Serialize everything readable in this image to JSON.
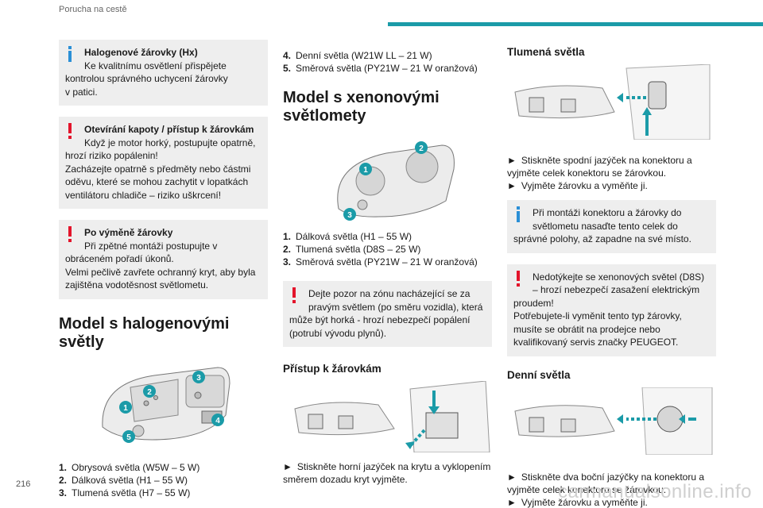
{
  "header": {
    "title": "Porucha na cestě"
  },
  "page_number": "216",
  "watermark": "carmanualsonline.info",
  "col1": {
    "note1": {
      "title": "Halogenové žárovky (Hx)",
      "line1": "Ke kvalitnímu osvětlení přispějete",
      "rest": "kontrolou správného uchycení žárovky v patici."
    },
    "note2": {
      "title": "Otevírání kapoty / přístup k žárovkám",
      "line1": "Když je motor horký, postupujte opatrně,",
      "rest": "hrozí riziko popálenin!\nZacházejte opatrně s předměty nebo částmi oděvu, které se mohou zachytit v lopatkách ventilátoru chladiče – riziko uškrcení!"
    },
    "note3": {
      "title": "Po výměně žárovky",
      "line1": "Při zpětné montáži postupujte v",
      "rest": "obráceném pořadí úkonů.\nVelmi pečlivě zavřete ochranný kryt, aby byla zajištěna vodotěsnost světlometu."
    },
    "heading": "Model s halogenovými světly",
    "badges": [
      "1",
      "2",
      "3",
      "4",
      "5"
    ],
    "items": [
      {
        "n": "1.",
        "text": "Obrysová světla (W5W – 5 W)"
      },
      {
        "n": "2.",
        "text": "Dálková světla (H1 – 55 W)"
      },
      {
        "n": "3.",
        "text": "Tlumená světla (H7 – 55 W)"
      }
    ]
  },
  "col2": {
    "items_top": [
      {
        "n": "4.",
        "text": "Denní světla (W21W LL – 21 W)"
      },
      {
        "n": "5.",
        "text": "Směrová světla (PY21W – 21 W oranžová)"
      }
    ],
    "heading": "Model s xenonovými světlomety",
    "badges": [
      "1",
      "2",
      "3"
    ],
    "items": [
      {
        "n": "1.",
        "text": "Dálková světla (H1 – 55 W)"
      },
      {
        "n": "2.",
        "text": "Tlumená světla (D8S – 25 W)"
      },
      {
        "n": "3.",
        "text": "Směrová světla (PY21W – 21 W oranžová)"
      }
    ],
    "note": {
      "line1": "Dejte pozor na zónu nacházející se za",
      "line2": "pravým světlem (po směru vozidla), která",
      "rest": "může být horká - hrozí nebezpečí popálení (potrubí vývodu plynů)."
    },
    "subheading": "Přístup k žárovkám",
    "step": "Stiskněte horní jazýček na krytu a vyklopením směrem dozadu kryt vyjměte."
  },
  "col3": {
    "heading1": "Tlumená světla",
    "steps1": [
      "Stiskněte spodní jazýček na konektoru a vyjměte celek konektoru se žárovkou.",
      "Vyjměte žárovku a vyměňte ji."
    ],
    "note_info": {
      "line1": "Při montáži konektoru a žárovky do",
      "line2": "světlometu nasaďte tento celek do",
      "rest": "správné polohy, až zapadne na své místo."
    },
    "note_warn": {
      "line1": "Nedotýkejte se xenonových světel (D8S)",
      "line2": "– hrozí nebezpečí zasažení elektrickým",
      "rest": "proudem!\nPotřebujete-li vyměnit tento typ žárovky, musíte se obrátit na prodejce nebo kvalifikovaný servis značky PEUGEOT."
    },
    "heading2": "Denní světla",
    "steps2": [
      "Stiskněte dva boční jazýčky na konektoru a vyjměte celek konektoru se žárovkou.",
      "Vyjměte žárovku a vyměňte ji."
    ]
  },
  "arrow_glyph": "►",
  "colors": {
    "accent": "#1b9ba8",
    "warning": "#e3142b",
    "info": "#2a8fd6",
    "note_bg": "#eeeeee"
  }
}
